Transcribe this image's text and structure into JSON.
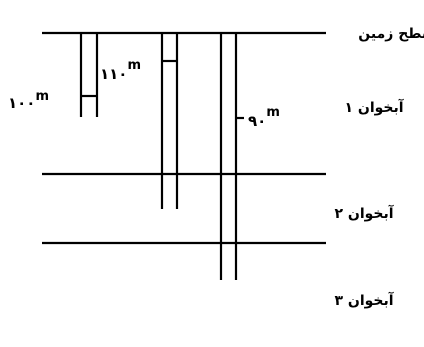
{
  "labels": {
    "ground_surface": "سطح زمین",
    "aquifer_1": "آبخوان ۱",
    "aquifer_2": "آبخوان ۲",
    "aquifer_3": "آبخوان ۳"
  },
  "wells": [
    {
      "depth_number": "۱۰۰",
      "depth_unit": "m"
    },
    {
      "depth_number": "۱۱۰",
      "depth_unit": "m"
    },
    {
      "depth_number": "۹۰",
      "depth_unit": "m"
    }
  ]
}
